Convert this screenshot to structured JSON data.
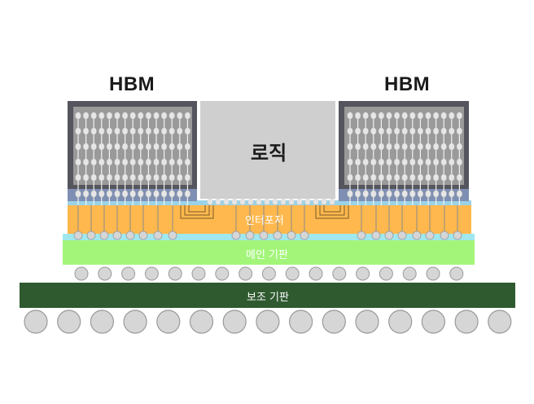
{
  "labels": {
    "hbm_left": "HBM",
    "hbm_right": "HBM",
    "logic": "로직",
    "interposer": "인터포저",
    "main_substrate": "메인 기판",
    "sub_substrate": "보조 기판"
  },
  "colors": {
    "hbm_frame": "#55555e",
    "hbm_inner": "#9a9a9a",
    "logic_die": "#cfcfcf",
    "interposer": "#ffb84d",
    "interposer_top": "#9ad3e8",
    "main_substrate": "#a3f57a",
    "sub_substrate": "#2f5a30",
    "ball": "#d6d6d6"
  }
}
